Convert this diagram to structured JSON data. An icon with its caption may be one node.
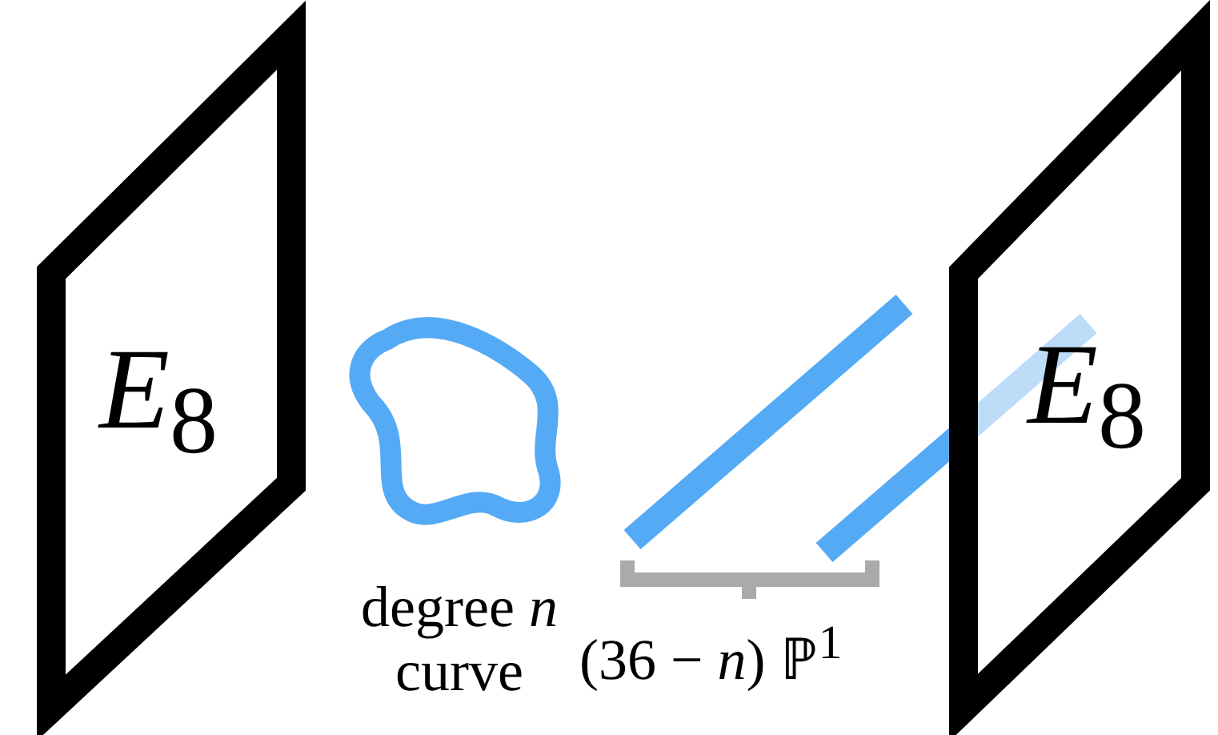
{
  "diagram": {
    "nodes": [
      {
        "text": [
          "*E*$_{8}$"
        ]
      },
      {
        "text": [],
        "shape": "loop",
        "beside": [
          "degree *n* curve"
        ]
      },
      {
        "text": [
          "*E*$_{8}$"
        ]
      }
    ],
    "labels": [
      "(36 − *n*) ℙ$^{1}$"
    ]
  }
}
